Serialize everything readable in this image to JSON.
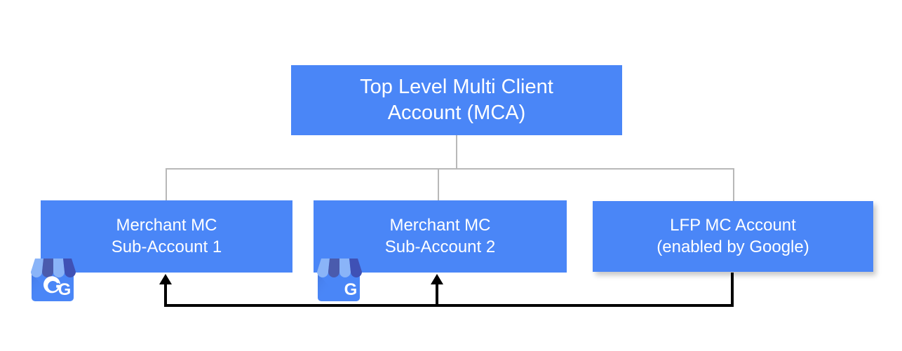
{
  "diagram": {
    "title_top": "Top Level Multi Client\nAccount (MCA)",
    "nodes": [
      {
        "id": "top",
        "label": "Top Level Multi Client\nAccount (MCA)"
      },
      {
        "id": "sub1",
        "label": "Merchant MC\nSub-Account 1"
      },
      {
        "id": "sub2",
        "label": "Merchant MC\nSub-Account 2"
      },
      {
        "id": "lfp",
        "label": "LFP MC Account\n(enabled by Google)"
      }
    ],
    "icons": [
      {
        "id": "gbp-1",
        "name": "google-business-profile-icon"
      },
      {
        "id": "gbp-2",
        "name": "google-business-profile-icon"
      }
    ],
    "colors": {
      "node_fill": "#4a86f7",
      "node_text": "#ffffff",
      "connector": "#b8b8b8",
      "feedback_line": "#000000",
      "page_background": "#ffffff",
      "icon_awning_light": "#8ab4f8",
      "icon_awning_dark": "#4a5bad",
      "icon_body": "#4a86f7"
    }
  }
}
